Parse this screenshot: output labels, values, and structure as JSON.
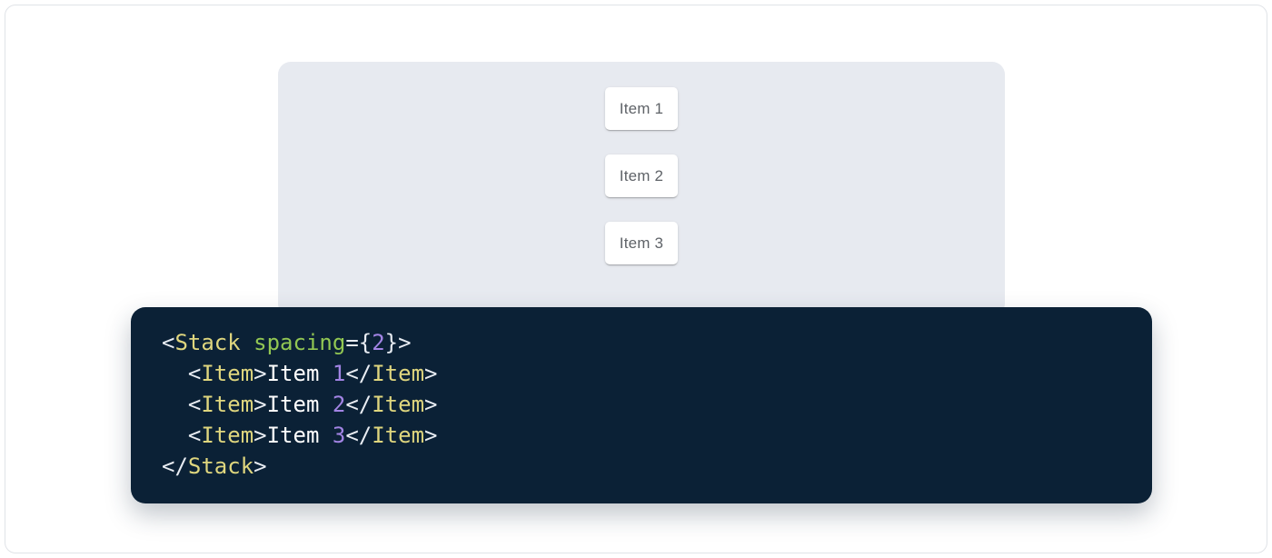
{
  "colors": {
    "frame_border": "#E0E3E7",
    "panel_bg": "#E7EAF0",
    "code_bg": "#0B2136",
    "item_text": "#5F6368",
    "tag": "#DFD67E",
    "attr": "#92C753",
    "number": "#A284E4",
    "punct": "#E8ECF2",
    "plain": "#FFFFFF"
  },
  "demo": {
    "items": [
      {
        "label": "Item 1"
      },
      {
        "label": "Item 2"
      },
      {
        "label": "Item 3"
      }
    ]
  },
  "code": {
    "text": "<Stack spacing={2}>\n  <Item>Item 1</Item>\n  <Item>Item 2</Item>\n  <Item>Item 3</Item>\n</Stack>",
    "lines": [
      [
        {
          "t": "punct",
          "v": "<"
        },
        {
          "t": "tag",
          "v": "Stack"
        },
        {
          "t": "plain",
          "v": " "
        },
        {
          "t": "attr",
          "v": "spacing"
        },
        {
          "t": "punct",
          "v": "={"
        },
        {
          "t": "number",
          "v": "2"
        },
        {
          "t": "punct",
          "v": "}>"
        }
      ],
      [
        {
          "t": "plain",
          "v": "  "
        },
        {
          "t": "punct",
          "v": "<"
        },
        {
          "t": "tag",
          "v": "Item"
        },
        {
          "t": "punct",
          "v": ">"
        },
        {
          "t": "plain",
          "v": "Item "
        },
        {
          "t": "number",
          "v": "1"
        },
        {
          "t": "punct",
          "v": "</"
        },
        {
          "t": "tag",
          "v": "Item"
        },
        {
          "t": "punct",
          "v": ">"
        }
      ],
      [
        {
          "t": "plain",
          "v": "  "
        },
        {
          "t": "punct",
          "v": "<"
        },
        {
          "t": "tag",
          "v": "Item"
        },
        {
          "t": "punct",
          "v": ">"
        },
        {
          "t": "plain",
          "v": "Item "
        },
        {
          "t": "number",
          "v": "2"
        },
        {
          "t": "punct",
          "v": "</"
        },
        {
          "t": "tag",
          "v": "Item"
        },
        {
          "t": "punct",
          "v": ">"
        }
      ],
      [
        {
          "t": "plain",
          "v": "  "
        },
        {
          "t": "punct",
          "v": "<"
        },
        {
          "t": "tag",
          "v": "Item"
        },
        {
          "t": "punct",
          "v": ">"
        },
        {
          "t": "plain",
          "v": "Item "
        },
        {
          "t": "number",
          "v": "3"
        },
        {
          "t": "punct",
          "v": "</"
        },
        {
          "t": "tag",
          "v": "Item"
        },
        {
          "t": "punct",
          "v": ">"
        }
      ],
      [
        {
          "t": "punct",
          "v": "</"
        },
        {
          "t": "tag",
          "v": "Stack"
        },
        {
          "t": "punct",
          "v": ">"
        }
      ]
    ]
  }
}
